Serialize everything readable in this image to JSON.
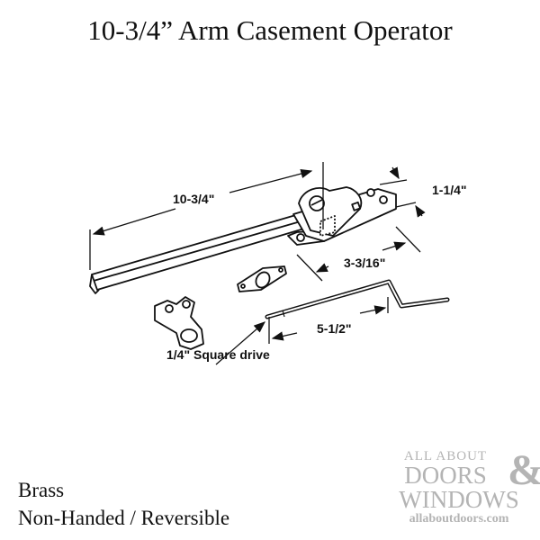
{
  "title": "10-3/4” Arm Casement Operator",
  "dimensions": {
    "arm_length": "10-3/4\"",
    "body_width": "1-1/4\"",
    "body_length": "3-3/16\"",
    "crank_length": "5-1/2\"",
    "drive": "1/4\" Square drive"
  },
  "specs": [
    "Brass",
    "Non-Handed / Reversible"
  ],
  "logo": {
    "line1": "ALL ABOUT",
    "line2": "DOORS",
    "ampersand": "&",
    "line3": "WINDOWS",
    "url": "allaboutdoors.com"
  }
}
